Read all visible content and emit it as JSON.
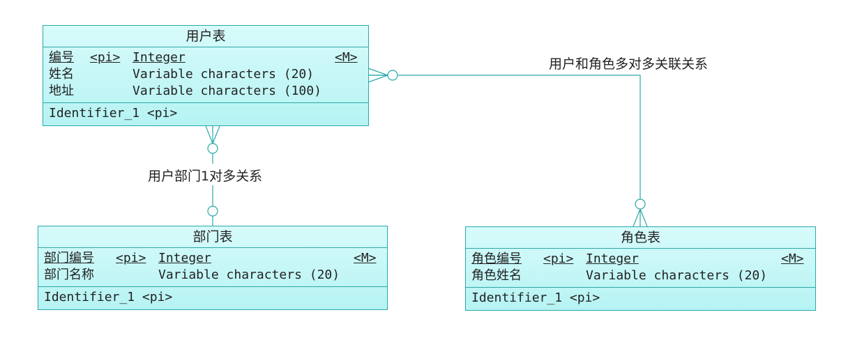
{
  "colors": {
    "line": "#2aa8a8",
    "fill_top": "#d8fbfb",
    "fill_bottom": "#b6f3f3"
  },
  "entities": {
    "user": {
      "title": "用户表",
      "attrs": [
        {
          "name": "编号",
          "pi": "<pi>",
          "type": "Integer",
          "mandatory": "<M>"
        },
        {
          "name": "姓名",
          "pi": "",
          "type": "Variable characters (20)",
          "mandatory": ""
        },
        {
          "name": "地址",
          "pi": "",
          "type": "Variable characters (100)",
          "mandatory": ""
        }
      ],
      "identifier": "Identifier_1  <pi>"
    },
    "dept": {
      "title": "部门表",
      "attrs": [
        {
          "name": "部门编号",
          "pi": "<pi>",
          "type": "Integer",
          "mandatory": "<M>"
        },
        {
          "name": "部门名称",
          "pi": "",
          "type": "Variable characters (20)",
          "mandatory": ""
        }
      ],
      "identifier": "Identifier_1  <pi>"
    },
    "role": {
      "title": "角色表",
      "attrs": [
        {
          "name": "角色编号",
          "pi": "<pi>",
          "type": "Integer",
          "mandatory": "<M>"
        },
        {
          "name": "角色姓名",
          "pi": "",
          "type": "Variable characters (20)",
          "mandatory": ""
        }
      ],
      "identifier": "Identifier_1  <pi>"
    }
  },
  "relationships": {
    "user_role": "用户和角色多对多关联关系",
    "user_dept": "用户部门1对多关系"
  }
}
